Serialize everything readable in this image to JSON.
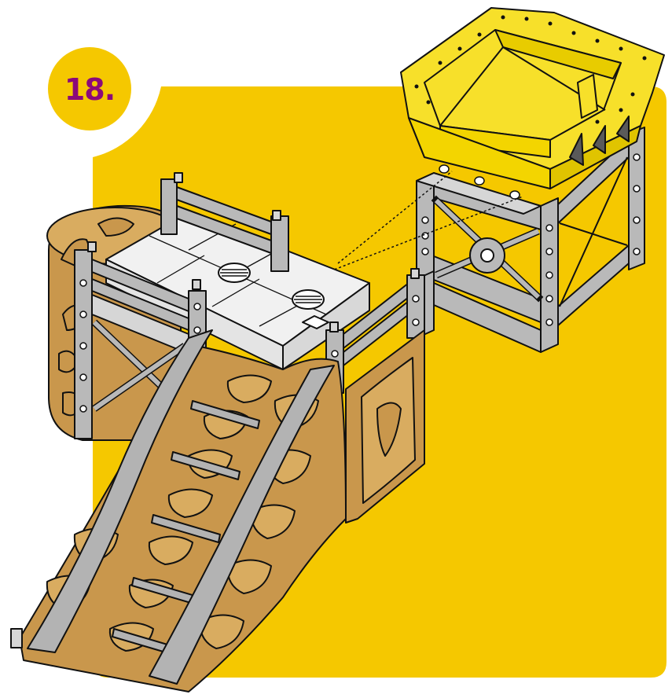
{
  "step": {
    "label": "18."
  },
  "colors": {
    "panel": "#F5C800",
    "badge_bg": "#F5C800",
    "badge_text": "#8B0A7A",
    "hopper": "#F7E02A",
    "hopper_shadow": "#5A5A5A",
    "frame": "#B9B9B9",
    "frame_dark": "#8E8E8E",
    "block": "#F1F1F1",
    "rock": "#C9974C",
    "rock_light": "#D9AC60",
    "chute": "#B3B3B3",
    "outline": "#111111"
  },
  "parts": [
    "yellow-hopper",
    "hopper-support-tower",
    "white-block-platform",
    "grey-railing-frames",
    "rock-cylinder",
    "rock-ramp",
    "rock-side-panel",
    "grey-chute-rail"
  ]
}
